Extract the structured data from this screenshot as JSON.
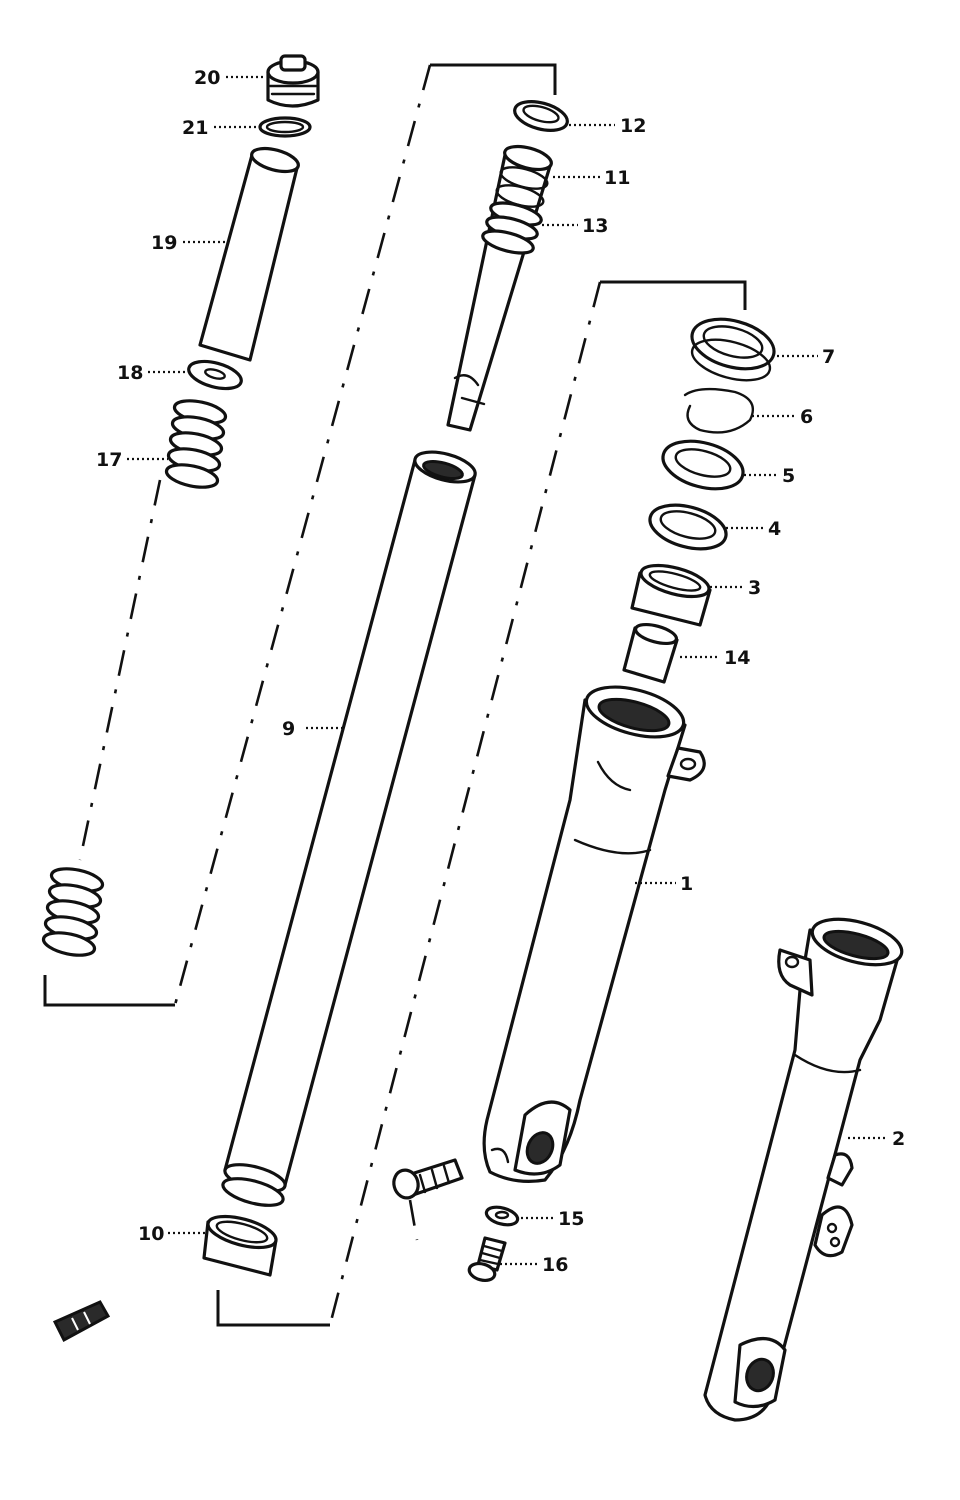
{
  "diagram": {
    "callouts": [
      {
        "id": "20",
        "label": "20"
      },
      {
        "id": "21",
        "label": "21"
      },
      {
        "id": "19",
        "label": "19"
      },
      {
        "id": "18",
        "label": "18"
      },
      {
        "id": "17",
        "label": "17"
      },
      {
        "id": "12",
        "label": "12"
      },
      {
        "id": "11",
        "label": "11"
      },
      {
        "id": "13",
        "label": "13"
      },
      {
        "id": "7",
        "label": "7"
      },
      {
        "id": "6",
        "label": "6"
      },
      {
        "id": "5",
        "label": "5"
      },
      {
        "id": "4",
        "label": "4"
      },
      {
        "id": "3",
        "label": "3"
      },
      {
        "id": "14",
        "label": "14"
      },
      {
        "id": "9",
        "label": "9"
      },
      {
        "id": "1",
        "label": "1"
      },
      {
        "id": "2",
        "label": "2"
      },
      {
        "id": "10",
        "label": "10"
      },
      {
        "id": "15",
        "label": "15"
      },
      {
        "id": "16",
        "label": "16"
      }
    ]
  }
}
